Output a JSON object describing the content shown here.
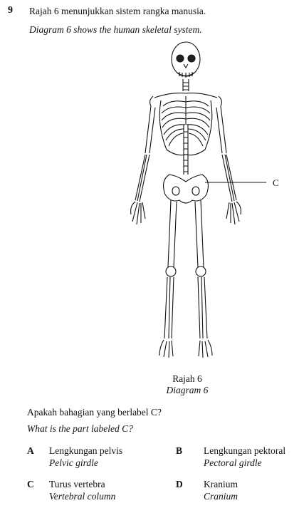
{
  "question": {
    "number": "9",
    "stem_ms": "Rajah 6 menunjukkan sistem rangka manusia.",
    "stem_en": "Diagram 6 shows the human skeletal system.",
    "figure": {
      "label": "C",
      "caption_ms": "Rajah 6",
      "caption_en": "Diagram 6"
    },
    "prompt_ms": "Apakah bahagian yang berlabel C?",
    "prompt_en": "What is the part labeled C?",
    "options": [
      {
        "letter": "A",
        "ms": "Lengkungan pelvis",
        "en": "Pelvic girdle"
      },
      {
        "letter": "B",
        "ms": "Lengkungan pektoral",
        "en": "Pectoral girdle"
      },
      {
        "letter": "C",
        "ms": "Turus vertebra",
        "en": "Vertebral column"
      },
      {
        "letter": "D",
        "ms": "Kranium",
        "en": "Cranium"
      }
    ]
  }
}
